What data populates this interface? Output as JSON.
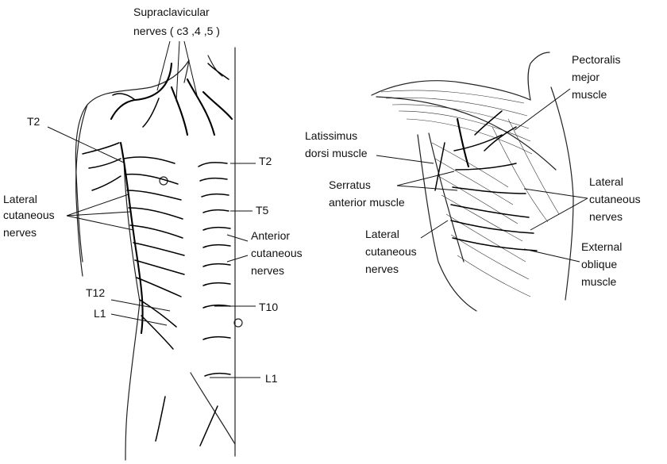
{
  "left_figure": {
    "labels": {
      "supraclavicular": [
        "Supraclavicular",
        "nerves ( c3 ,4 ,5 )"
      ],
      "t2_left": "T2",
      "lateral_cutaneous": [
        "Lateral",
        "cutaneous",
        "nerves"
      ],
      "t12": "T12",
      "l1_left": "L1",
      "t2_right": "T2",
      "t5": "T5",
      "anterior_cutaneous": [
        "Anterior",
        "cutaneous",
        "nerves"
      ],
      "t10": "T10",
      "l1_right": "L1"
    }
  },
  "right_figure": {
    "labels": {
      "pectoralis": [
        "Pectoralis",
        "mejor",
        "muscle"
      ],
      "latissimus": [
        "Latissimus",
        "dorsi muscle"
      ],
      "serratus": [
        "Serratus",
        "anterior muscle"
      ],
      "lateral_cutaneous_left": [
        "Lateral",
        "cutaneous",
        "nerves"
      ],
      "lateral_cutaneous_right": [
        "Lateral",
        "cutaneous",
        "nerves"
      ],
      "external_oblique": [
        "External",
        "oblique",
        "muscle"
      ]
    }
  },
  "colors": {
    "ink": "#111111",
    "background": "#ffffff"
  }
}
